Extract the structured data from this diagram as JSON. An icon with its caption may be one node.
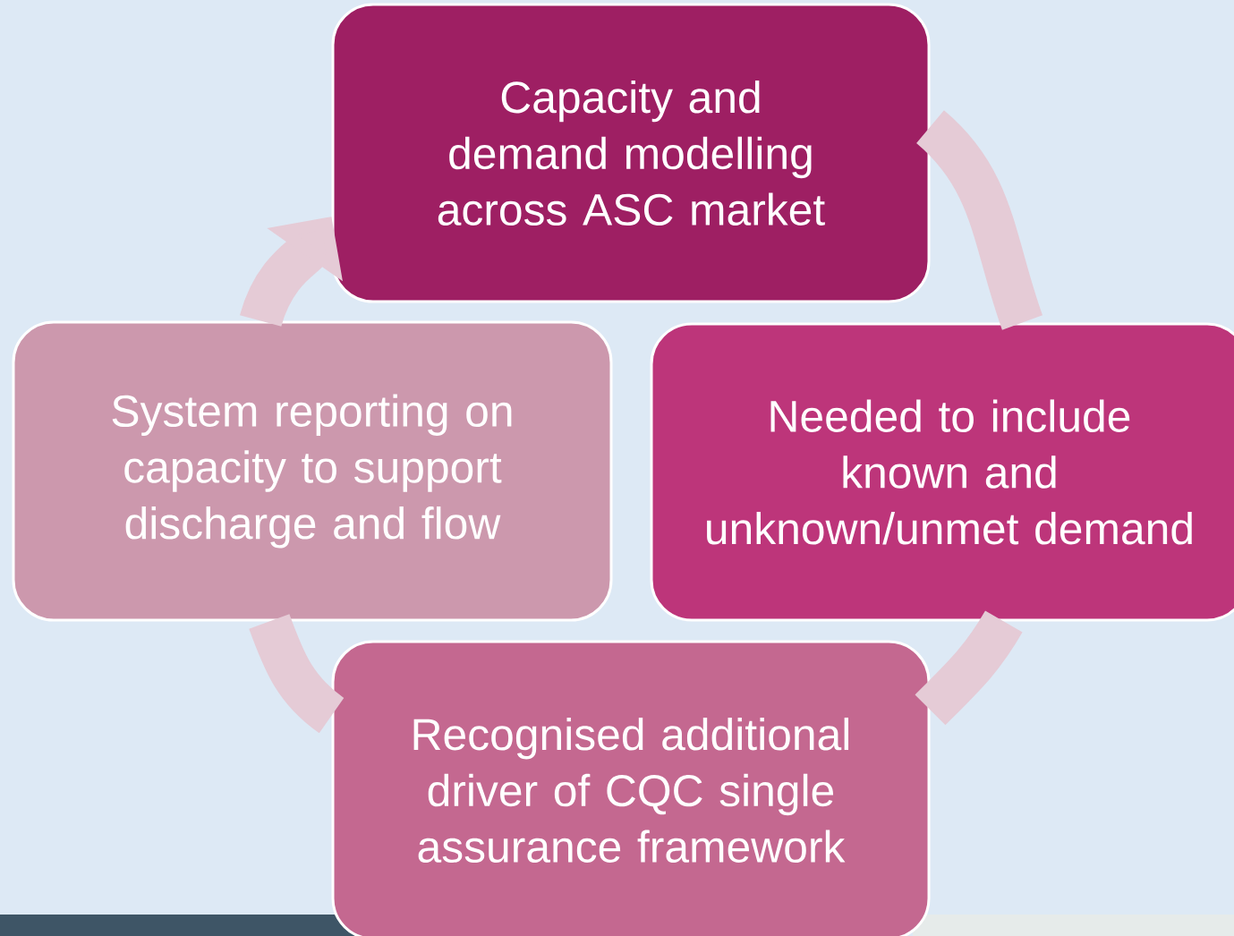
{
  "diagram": {
    "nodes": [
      {
        "text": [
          "Capacity and demand modelling across ASC market"
        ]
      },
      {
        "text": [
          "Needed to include known and unknown/unmet demand"
        ]
      },
      {
        "text": [
          "Recognised additional driver of CQC single assurance framework"
        ]
      },
      {
        "text": [
          "System reporting on capacity to support discharge and flow"
        ]
      }
    ],
    "edges": [
      {
        "from": 0,
        "to": 1,
        "arrow": "none"
      },
      {
        "from": 1,
        "to": 2,
        "arrow": "none"
      },
      {
        "from": 2,
        "to": 3,
        "arrow": "none"
      },
      {
        "from": 3,
        "to": 0,
        "arrow": "to"
      }
    ]
  }
}
